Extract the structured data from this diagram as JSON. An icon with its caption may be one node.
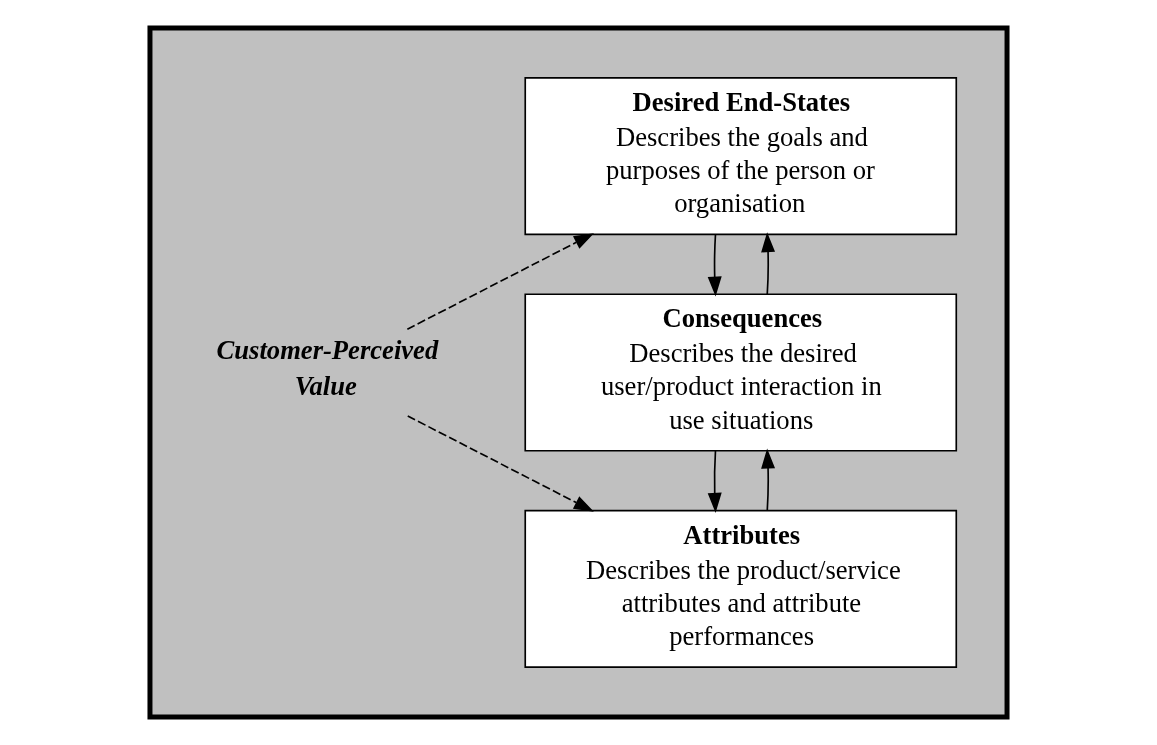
{
  "diagram": {
    "nodes": [
      {
        "text": [],
        "shape": "box"
      },
      {
        "text": [
          "Desired End-States",
          "Describes the goals and purposes of the person or organisation"
        ],
        "in": 0
      },
      {
        "text": [
          "Customer-Perceived Value"
        ],
        "in": 0
      },
      {
        "text": [
          "Consequences",
          "Describes the desired user/product interaction in use situations"
        ],
        "in": 0
      },
      {
        "text": [
          "Attributes",
          "Describes the product/service attributes and attribute performances"
        ],
        "in": 0
      }
    ],
    "edges": [
      {
        "from": 3,
        "to": 1,
        "arrow": "to"
      },
      {
        "from": 1,
        "to": 3,
        "arrow": "to"
      },
      {
        "from": 4,
        "to": 3,
        "arrow": "to"
      },
      {
        "from": 3,
        "to": 4,
        "arrow": "to"
      },
      {
        "from": 2,
        "to": 1,
        "arrow": "to",
        "style": "dashed"
      },
      {
        "from": 2,
        "to": 4,
        "arrow": "to",
        "style": "dashed"
      }
    ]
  }
}
